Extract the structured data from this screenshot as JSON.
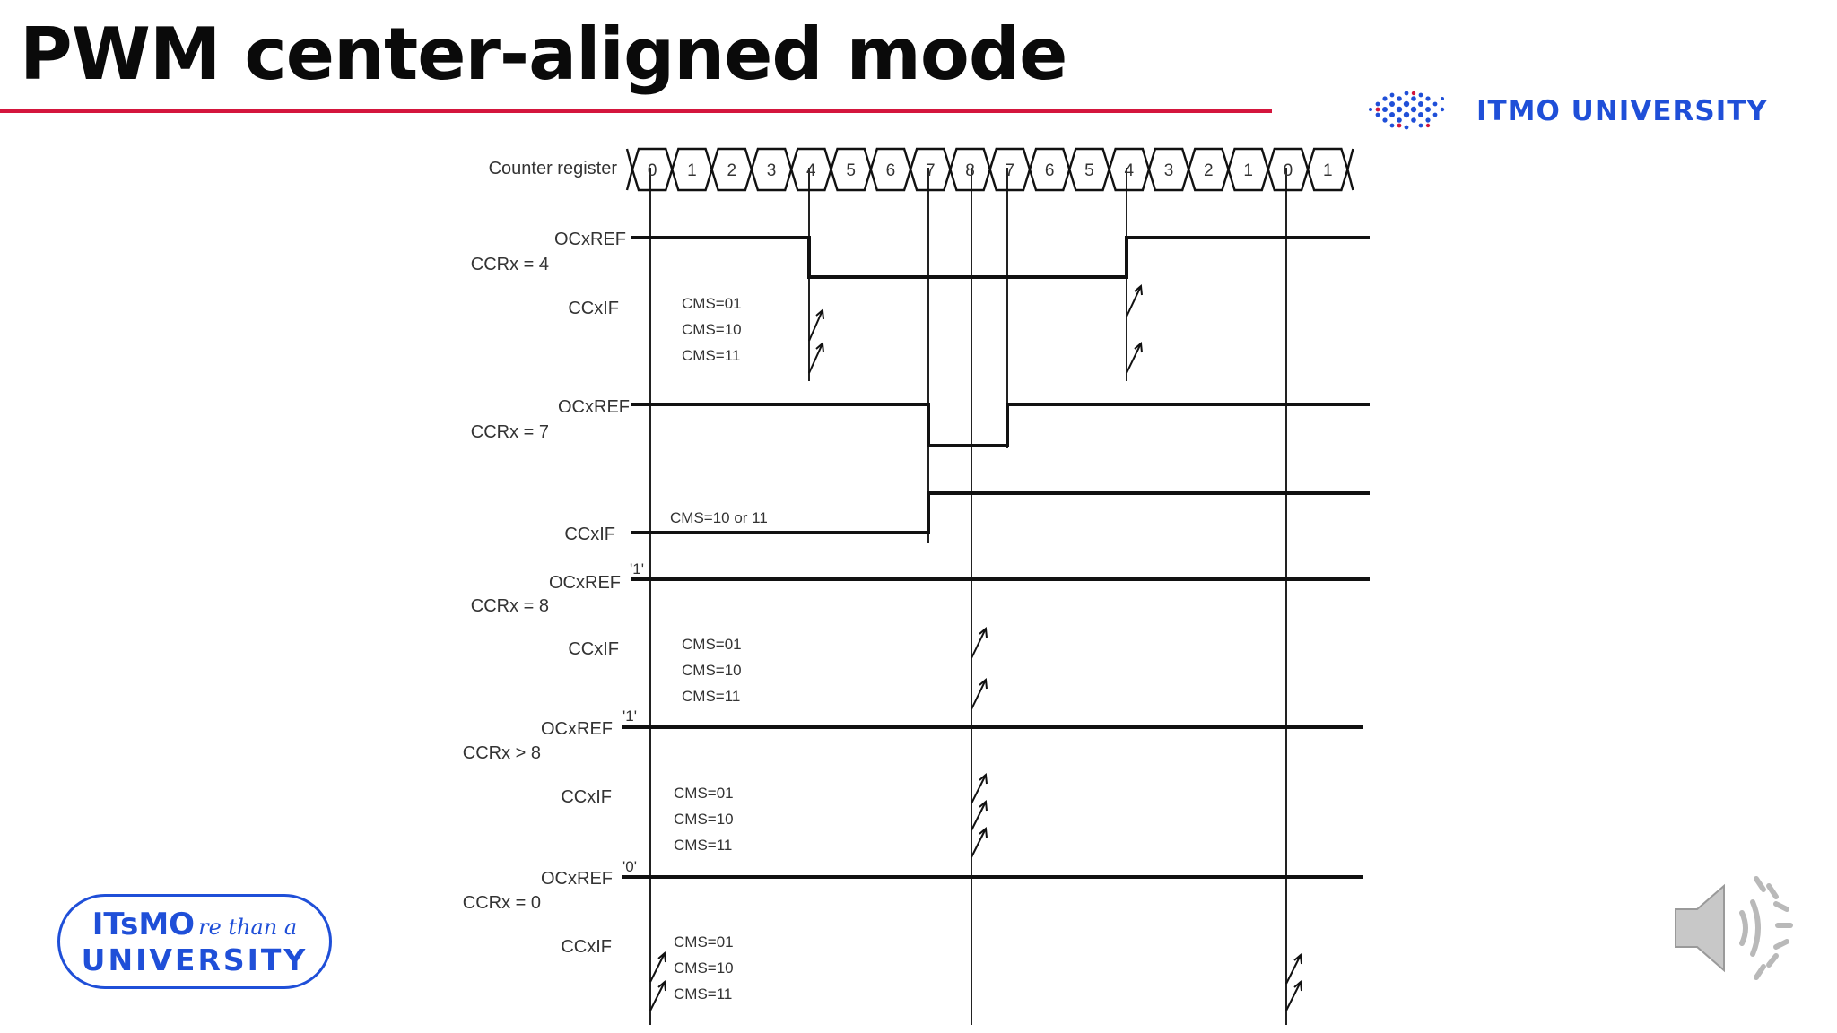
{
  "slide": {
    "title": "PWM center-aligned mode"
  },
  "brand": {
    "name": "ITMO UNIVERSITY"
  },
  "badge": {
    "line1_mark": "ITsMO",
    "line1_script": "re than a",
    "line2": "UNIVERSITY"
  },
  "diagram": {
    "counter_label": "Counter register",
    "counter_values": [
      "0",
      "1",
      "2",
      "3",
      "4",
      "5",
      "6",
      "7",
      "8",
      "7",
      "6",
      "5",
      "4",
      "3",
      "2",
      "1",
      "0",
      "1"
    ],
    "sections": [
      {
        "ccr": "CCRx = 4",
        "ocxref": "OCxREF",
        "ccxif": "CCxIF",
        "flag_note": [
          "CMS=01",
          "CMS=10",
          "CMS=11"
        ]
      },
      {
        "ccr": "CCRx = 7",
        "ocxref": "OCxREF",
        "ccxif": "CCxIF",
        "flag_note": [
          "CMS=10 or 11"
        ]
      },
      {
        "ccr": "CCRx = 8",
        "ocxref": "OCxREF",
        "level": "'1'",
        "ccxif": "CCxIF",
        "flag_note": [
          "CMS=01",
          "CMS=10",
          "CMS=11"
        ]
      },
      {
        "ccr": "CCRx > 8",
        "ocxref": "OCxREF",
        "level": "'1'",
        "ccxif": "CCxIF",
        "flag_note": [
          "CMS=01",
          "CMS=10",
          "CMS=11"
        ]
      },
      {
        "ccr": "CCRx = 0",
        "ocxref": "OCxREF",
        "level": "'0'",
        "ccxif": "CCxIF",
        "flag_note": [
          "CMS=01",
          "CMS=10",
          "CMS=11"
        ]
      }
    ]
  },
  "colors": {
    "accent_rule": "#d4163d",
    "brand_blue": "#1f4fd8"
  },
  "icons": {
    "brand_logo": "dots-logo-icon",
    "audio": "speaker-icon"
  }
}
